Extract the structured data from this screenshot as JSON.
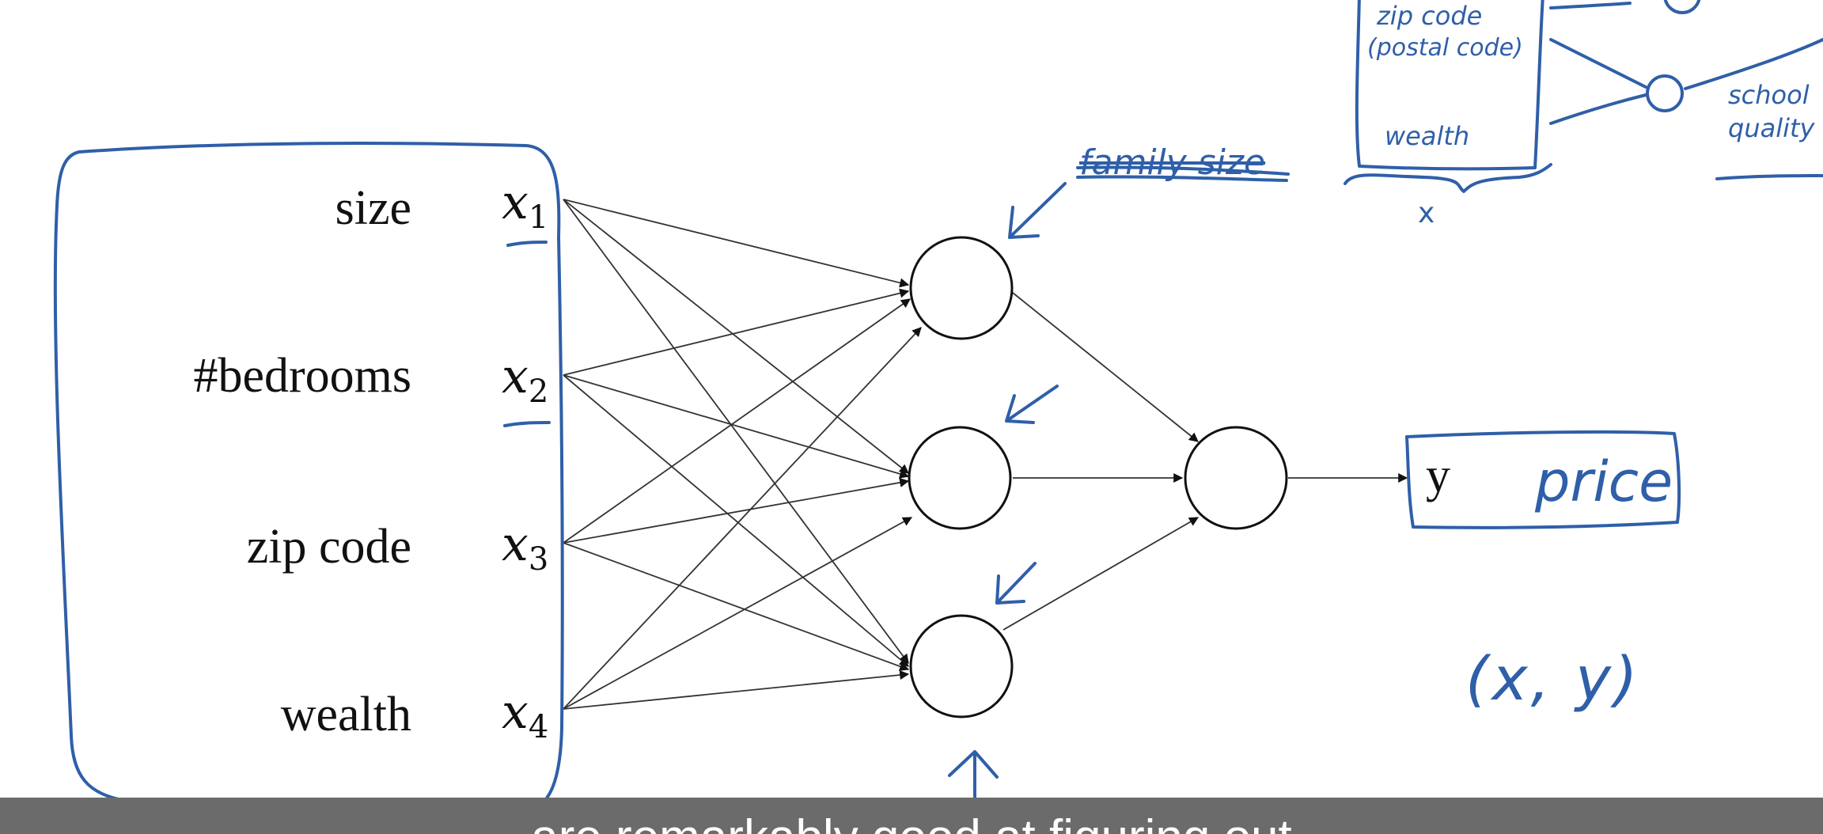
{
  "diagram": {
    "features": [
      {
        "label": "size",
        "var": "x",
        "sub": "1"
      },
      {
        "label": "#bedrooms",
        "var": "x",
        "sub": "2"
      },
      {
        "label": "zip code",
        "var": "x",
        "sub": "3"
      },
      {
        "label": "wealth",
        "var": "x",
        "sub": "4"
      }
    ],
    "output_label": "y"
  },
  "annotations": {
    "price": "price",
    "pair": "(x, y)",
    "family_size_struck": "family size",
    "inset_zip_code": "zip code",
    "inset_postal_code": "(postal code)",
    "inset_wealth": "wealth",
    "inset_x": "x",
    "inset_school": "school",
    "inset_quality": "quality"
  },
  "caption": {
    "text": "are remarkably good at figuring out"
  },
  "colors": {
    "ink": "#111111",
    "handwriting": "#2f5fa8",
    "caption_bar": "#6b6b6b"
  }
}
